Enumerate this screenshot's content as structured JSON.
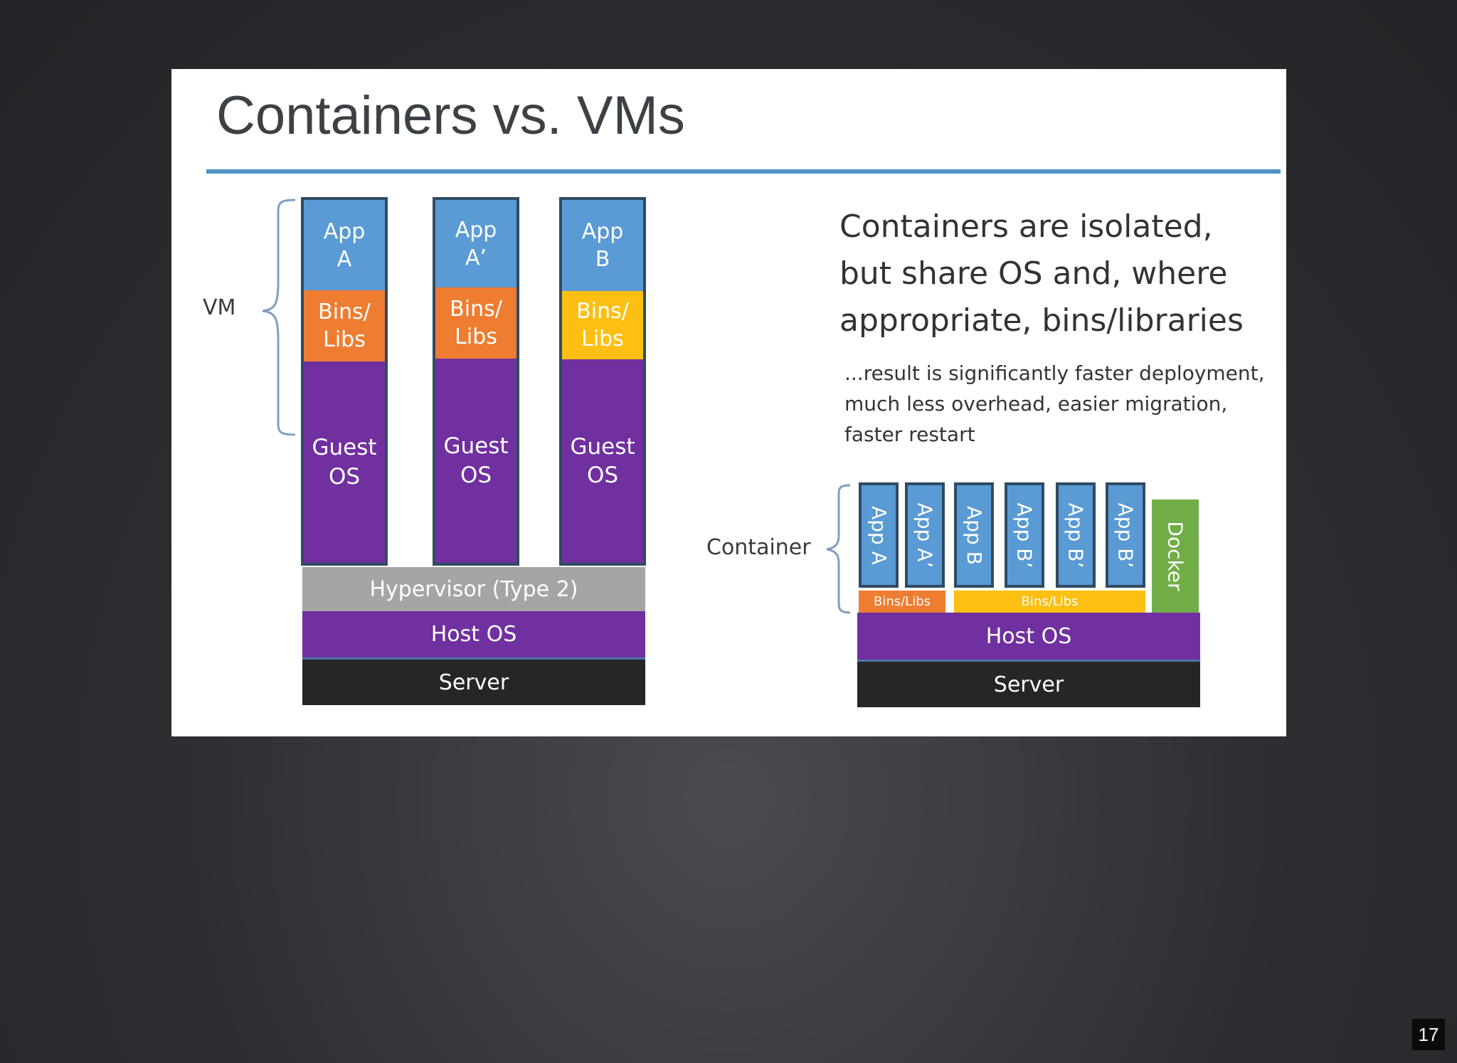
{
  "slide": {
    "title": "Containers vs. VMs",
    "page_number": "17"
  },
  "vm": {
    "brace_label": "VM",
    "columns": [
      {
        "app": [
          "App",
          "A"
        ],
        "bins": [
          "Bins/",
          "Libs"
        ],
        "bins_color": "#ee7d31",
        "guest": [
          "Guest",
          "OS"
        ]
      },
      {
        "app": [
          "App",
          "A’"
        ],
        "bins": [
          "Bins/",
          "Libs"
        ],
        "bins_color": "#ee7d31",
        "guest": [
          "Guest",
          "OS"
        ]
      },
      {
        "app": [
          "App",
          "B"
        ],
        "bins": [
          "Bins/",
          "Libs"
        ],
        "bins_color": "#fcbf12",
        "guest": [
          "Guest",
          "OS"
        ]
      }
    ],
    "hypervisor": "Hypervisor (Type 2)",
    "host_os": "Host OS",
    "server": "Server"
  },
  "container": {
    "brace_label": "Container",
    "headline": [
      "Containers are isolated,",
      "but share OS and, where",
      "appropriate, bins/libraries"
    ],
    "subtext": [
      "...result is significantly faster deployment,",
      "much less overhead, easier migration,",
      "faster restart"
    ],
    "apps": [
      "App A",
      "App A’",
      "App B",
      "App B’",
      "App B’",
      "App B’"
    ],
    "bins_a": "Bins/Libs",
    "bins_b": "Bins/Libs",
    "docker": "Docker",
    "host_os": "Host OS",
    "server": "Server"
  },
  "colors": {
    "app_blue": "#5a9ad5",
    "bins_orange": "#ee7d31",
    "bins_yellow": "#fcbf12",
    "guest_purple": "#7030a0",
    "hypervisor_gray": "#a5a5a5",
    "server_dark": "#262626",
    "docker_green": "#70ad47",
    "title_rule": "#4f93c6"
  }
}
